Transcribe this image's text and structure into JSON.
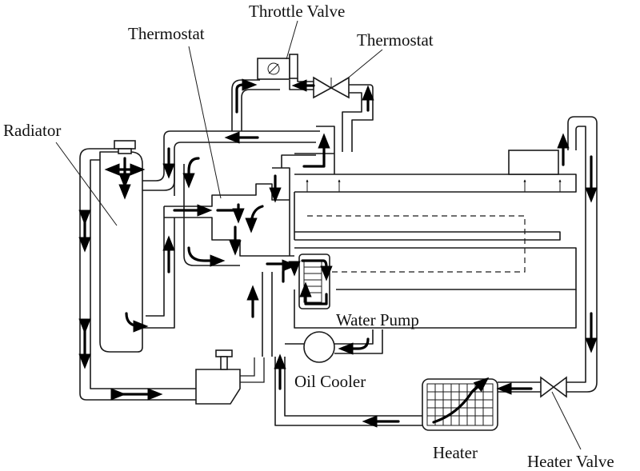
{
  "labels": {
    "throttle_valve": "Throttle Valve",
    "thermostat_top": "Thermostat",
    "thermostat_right": "Thermostat",
    "radiator": "Radiator",
    "water_pump": "Water Pump",
    "oil_cooler": "Oil Cooler",
    "heater": "Heater",
    "heater_valve": "Heater Valve"
  }
}
